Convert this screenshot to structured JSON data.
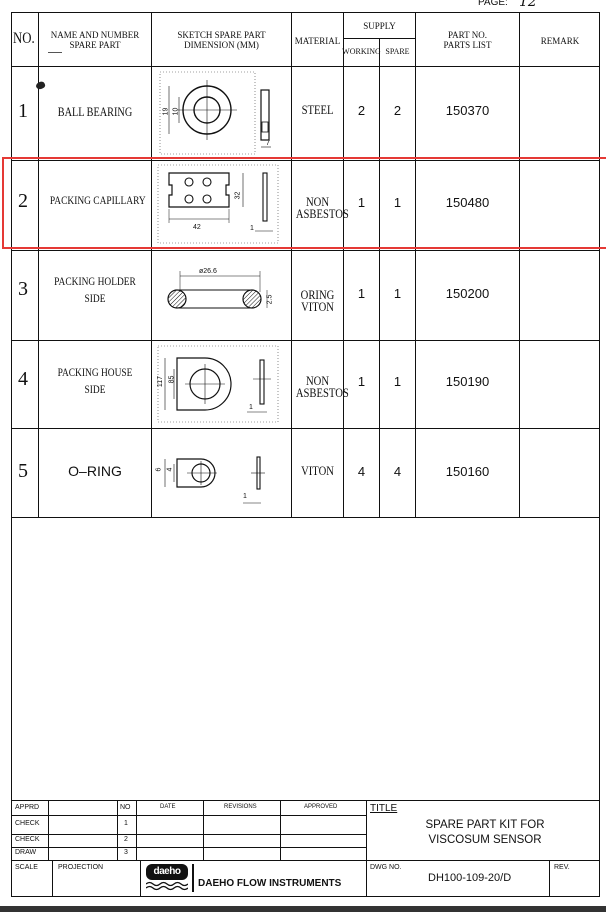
{
  "page": {
    "label": "PAGE:",
    "number": "12"
  },
  "headers": {
    "no": "NO.",
    "name_line1": "NAME AND NUMBER",
    "name_line2": "SPARE PART",
    "sketch_line1": "SKETCH SPARE PART",
    "sketch_line2": "DIMENSION (MM)",
    "material": "MATERIAL",
    "supply": "SUPPLY",
    "working": "WORKING",
    "spare": "SPARE",
    "partno_line1": "PART NO.",
    "partno_line2": "PARTS LIST",
    "remark": "REMARK"
  },
  "rows": [
    {
      "no": "1",
      "name1": "BALL BEARING",
      "name2": "",
      "material1": "STEEL",
      "material2": "",
      "working": "2",
      "spare": "2",
      "part_no": "150370",
      "dims": {
        "a": "19",
        "b": "10",
        "c": "7"
      }
    },
    {
      "no": "2",
      "name1": "PACKING CAPILLARY",
      "name2": "",
      "material1": "NON",
      "material2": "ASBESTOS",
      "working": "1",
      "spare": "1",
      "part_no": "150480",
      "dims": {
        "a": "42",
        "b": "32",
        "c": "1"
      }
    },
    {
      "no": "3",
      "name1": "PACKING HOLDER",
      "name2": "SIDE",
      "material1": "ORING",
      "material2": "VITON",
      "working": "1",
      "spare": "1",
      "part_no": "150200",
      "dims": {
        "a": "ø26.6",
        "b": "2.5"
      }
    },
    {
      "no": "4",
      "name1": "PACKING HOUSE",
      "name2": "SIDE",
      "material1": "NON",
      "material2": "ASBESTOS",
      "working": "1",
      "spare": "1",
      "part_no": "150190",
      "dims": {
        "a": "117",
        "b": "85",
        "c": "1"
      }
    },
    {
      "no": "5",
      "name1": "O–RING",
      "name2": "",
      "material1": "VITON",
      "material2": "",
      "working": "4",
      "spare": "4",
      "part_no": "150160",
      "dims": {
        "a": "6",
        "b": "4",
        "c": "1"
      }
    }
  ],
  "title_block": {
    "apprd": "APPRD",
    "check1": "CHECK",
    "check2": "CHECK",
    "draw": "DRAW",
    "no_hdr": "NO",
    "n1": "1",
    "n2": "2",
    "n3": "3",
    "date": "DATE",
    "revisions": "REVISIONS",
    "approved": "APPROVED",
    "title_label": "TITLE",
    "title_line1": "SPARE PART KIT FOR",
    "title_line2": "VISCOSUM SENSOR",
    "scale": "SCALE",
    "projection": "PROJECTION",
    "logo": "daeho",
    "company": "DAEHO FLOW INSTRUMENTS",
    "dwg_label": "DWG NO.",
    "dwg_no": "DH100-109-20/D",
    "rev": "REV."
  },
  "colors": {
    "highlight": "#e53935",
    "ink": "#111111"
  }
}
